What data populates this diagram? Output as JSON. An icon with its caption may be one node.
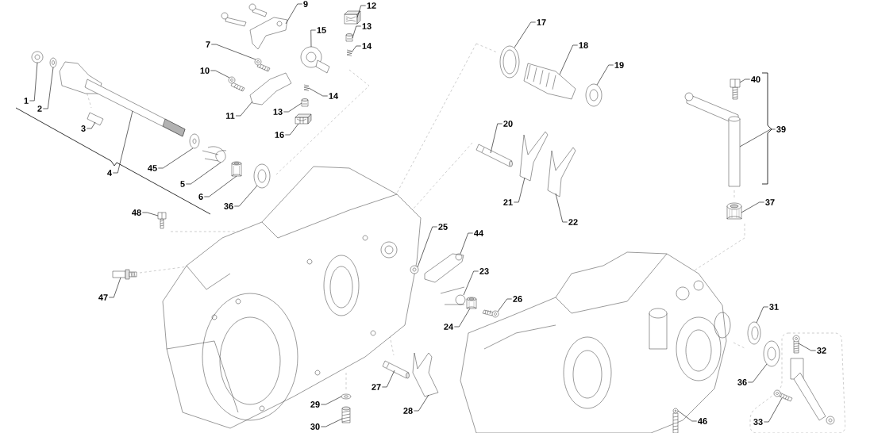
{
  "diagram": {
    "nodes": [
      {
        "text": [
          "9"
        ]
      },
      {
        "text": [
          "12"
        ]
      },
      {
        "text": [
          "13"
        ]
      },
      {
        "text": [
          "15"
        ]
      },
      {
        "text": [
          "17"
        ]
      },
      {
        "text": [
          "7"
        ]
      },
      {
        "text": [
          "14"
        ]
      },
      {
        "text": [
          "18"
        ]
      },
      {
        "text": [
          "19"
        ]
      },
      {
        "text": [
          "10"
        ]
      },
      {
        "text": [
          "40"
        ]
      },
      {
        "text": [
          "14"
        ]
      },
      {
        "text": [
          "1"
        ]
      },
      {
        "text": [
          "2"
        ]
      },
      {
        "text": [
          "13"
        ]
      },
      {
        "text": [
          "11"
        ]
      },
      {
        "text": [
          "20"
        ]
      },
      {
        "text": [
          "3"
        ]
      },
      {
        "text": [
          "39"
        ]
      },
      {
        "text": [
          "16"
        ]
      },
      {
        "text": [
          "45"
        ]
      },
      {
        "text": [
          "4"
        ]
      },
      {
        "text": [
          "5"
        ]
      },
      {
        "text": [
          "6"
        ]
      },
      {
        "text": [
          "21"
        ]
      },
      {
        "text": [
          "37"
        ]
      },
      {
        "text": [
          "36"
        ]
      },
      {
        "text": [
          "48"
        ]
      },
      {
        "text": [
          "22"
        ]
      },
      {
        "text": [
          "25"
        ]
      },
      {
        "text": [
          "44"
        ]
      },
      {
        "text": [
          "23"
        ]
      },
      {
        "text": [
          "47"
        ]
      },
      {
        "text": [
          "26"
        ]
      },
      {
        "text": [
          "31"
        ]
      },
      {
        "text": [
          "24"
        ]
      },
      {
        "text": [
          "32"
        ]
      },
      {
        "text": [
          "36"
        ]
      },
      {
        "text": [
          "27"
        ]
      },
      {
        "text": [
          "29"
        ]
      },
      {
        "text": [
          "28"
        ]
      },
      {
        "text": [
          "46"
        ]
      },
      {
        "text": [
          "33"
        ]
      },
      {
        "text": [
          "30"
        ]
      },
      {
        "text": [],
        "shape": "picture"
      },
      {
        "text": [],
        "shape": "picture"
      },
      {
        "text": [],
        "shape": "picture"
      },
      {
        "text": [],
        "shape": "picture"
      },
      {
        "text": [],
        "shape": "picture"
      },
      {
        "text": [],
        "shape": "picture"
      },
      {
        "text": [],
        "shape": "picture"
      },
      {
        "text": [],
        "shape": "picture"
      },
      {
        "text": [],
        "shape": "picture"
      },
      {
        "text": [],
        "shape": "picture"
      },
      {
        "text": [],
        "shape": "picture"
      },
      {
        "text": [],
        "shape": "picture"
      },
      {
        "text": [],
        "shape": "picture"
      },
      {
        "text": [],
        "shape": "picture"
      },
      {
        "text": [],
        "shape": "picture"
      },
      {
        "text": [],
        "shape": "picture"
      },
      {
        "text": [],
        "shape": "picture"
      },
      {
        "text": [],
        "shape": "picture"
      },
      {
        "text": [],
        "shape": "picture"
      },
      {
        "text": [],
        "shape": "picture"
      },
      {
        "text": [],
        "shape": "picture"
      },
      {
        "text": [],
        "shape": "picture"
      },
      {
        "text": [],
        "shape": "picture"
      },
      {
        "text": [],
        "shape": "picture"
      },
      {
        "text": [],
        "shape": "picture"
      },
      {
        "text": [],
        "shape": "picture"
      },
      {
        "text": [],
        "shape": "picture"
      },
      {
        "text": [],
        "shape": "picture"
      },
      {
        "text": [],
        "shape": "picture"
      },
      {
        "text": [],
        "shape": "picture"
      },
      {
        "text": [],
        "shape": "picture"
      },
      {
        "text": [],
        "shape": "picture"
      },
      {
        "text": [],
        "shape": "picture"
      },
      {
        "text": [],
        "shape": "picture"
      },
      {
        "text": [],
        "shape": "picture"
      },
      {
        "text": [],
        "shape": "picture"
      },
      {
        "text": [],
        "shape": "picture"
      },
      {
        "text": [],
        "shape": "picture"
      },
      {
        "text": [],
        "shape": "picture"
      },
      {
        "text": [],
        "shape": "picture"
      },
      {
        "text": [],
        "shape": "picture"
      },
      {
        "text": [],
        "shape": "picture"
      },
      {
        "text": [],
        "shape": "picture"
      },
      {
        "text": [],
        "shape": "picture"
      }
    ],
    "edges": [
      {
        "from": 0,
        "to": 44,
        "arrow": "none"
      },
      {
        "from": 1,
        "to": 45,
        "arrow": "none"
      },
      {
        "from": 2,
        "to": 46,
        "arrow": "none"
      },
      {
        "from": 3,
        "to": 47,
        "arrow": "none"
      },
      {
        "from": 4,
        "to": 48,
        "arrow": "none"
      },
      {
        "from": 5,
        "to": 49,
        "arrow": "none"
      },
      {
        "from": 6,
        "to": 50,
        "arrow": "none"
      },
      {
        "from": 7,
        "to": 51,
        "arrow": "none"
      },
      {
        "from": 8,
        "to": 52,
        "arrow": "none"
      },
      {
        "from": 9,
        "to": 53,
        "arrow": "none"
      },
      {
        "from": 10,
        "to": 54,
        "arrow": "none"
      },
      {
        "from": 11,
        "to": 55,
        "arrow": "none"
      },
      {
        "from": 12,
        "to": 56,
        "arrow": "none"
      },
      {
        "from": 13,
        "to": 57,
        "arrow": "none"
      },
      {
        "from": 14,
        "to": 58,
        "arrow": "none"
      },
      {
        "from": 15,
        "to": 59,
        "arrow": "none"
      },
      {
        "from": 16,
        "to": 60,
        "arrow": "none"
      },
      {
        "from": 17,
        "to": 61,
        "arrow": "none"
      },
      {
        "from": 18,
        "to": 62,
        "arrow": "none"
      },
      {
        "from": 19,
        "to": 63,
        "arrow": "none"
      },
      {
        "from": 20,
        "to": 64,
        "arrow": "none"
      },
      {
        "from": 21,
        "to": 65,
        "arrow": "none"
      },
      {
        "from": 22,
        "to": 66,
        "arrow": "none"
      },
      {
        "from": 23,
        "to": 67,
        "arrow": "none"
      },
      {
        "from": 24,
        "to": 68,
        "arrow": "none"
      },
      {
        "from": 25,
        "to": 69,
        "arrow": "none"
      },
      {
        "from": 26,
        "to": 70,
        "arrow": "none"
      },
      {
        "from": 27,
        "to": 71,
        "arrow": "none"
      },
      {
        "from": 28,
        "to": 72,
        "arrow": "none"
      },
      {
        "from": 29,
        "to": 73,
        "arrow": "none"
      },
      {
        "from": 30,
        "to": 74,
        "arrow": "none"
      },
      {
        "from": 31,
        "to": 75,
        "arrow": "none"
      },
      {
        "from": 32,
        "to": 76,
        "arrow": "none"
      },
      {
        "from": 33,
        "to": 77,
        "arrow": "none"
      },
      {
        "from": 34,
        "to": 78,
        "arrow": "none"
      },
      {
        "from": 35,
        "to": 79,
        "arrow": "none"
      },
      {
        "from": 36,
        "to": 80,
        "arrow": "none"
      },
      {
        "from": 37,
        "to": 81,
        "arrow": "none"
      },
      {
        "from": 38,
        "to": 82,
        "arrow": "none"
      },
      {
        "from": 39,
        "to": 83,
        "arrow": "none"
      },
      {
        "from": 40,
        "to": 84,
        "arrow": "none"
      },
      {
        "from": 41,
        "to": 85,
        "arrow": "none"
      },
      {
        "from": 42,
        "to": 86,
        "arrow": "none"
      },
      {
        "from": 43,
        "to": 87,
        "arrow": "none"
      }
    ]
  }
}
